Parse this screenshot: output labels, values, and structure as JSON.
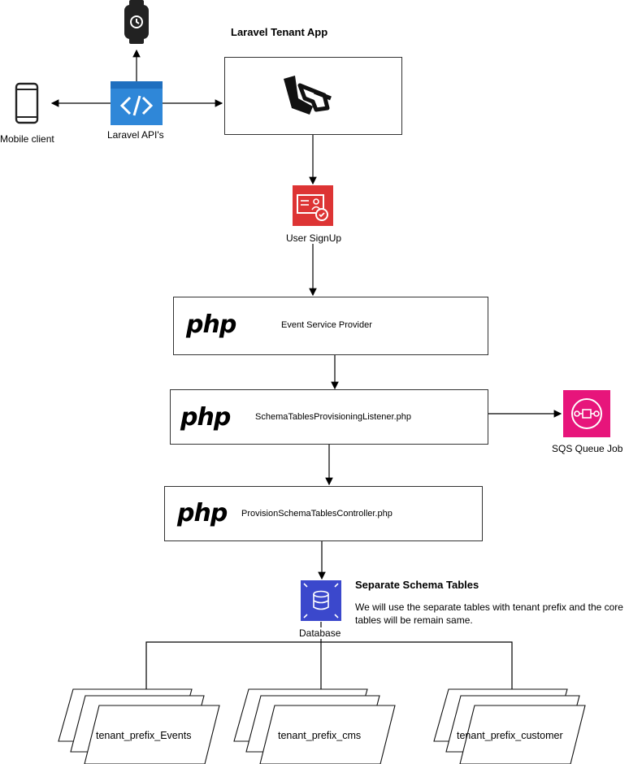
{
  "title": "Laravel Tenant App",
  "nodes": {
    "watch": {
      "icon": "smartwatch-icon"
    },
    "mobile": {
      "label": "Mobile client",
      "icon": "mobile-phone-icon"
    },
    "api": {
      "label": "Laravel API's",
      "icon": "code-icon",
      "color": "#1e88e5"
    },
    "laravel_app": {
      "icon": "laravel-logo-icon"
    },
    "signup": {
      "label": "User SignUp",
      "icon": "user-registration-icon",
      "color": "#d32f2f"
    },
    "event_provider": {
      "label": "Event Service Provider",
      "logo": "php"
    },
    "listener": {
      "label": "SchemaTablesProvisioningListener.php",
      "logo": "php"
    },
    "controller": {
      "label": "ProvisionSchemaTablesController.php",
      "logo": "php"
    },
    "sqs": {
      "label": "SQS Queue Job",
      "icon": "sqs-queue-icon",
      "color": "#e7157b"
    },
    "database": {
      "label": "Database",
      "icon": "database-icon",
      "color": "#3b48cc"
    }
  },
  "note": {
    "heading": "Separate Schema Tables",
    "text": "We will use the separate tables with tenant prefix and the core tables will be remain same."
  },
  "tables": [
    {
      "label": "tenant_prefix_Events"
    },
    {
      "label": "tenant_prefix_cms"
    },
    {
      "label": "tenant_prefix_customer"
    }
  ]
}
